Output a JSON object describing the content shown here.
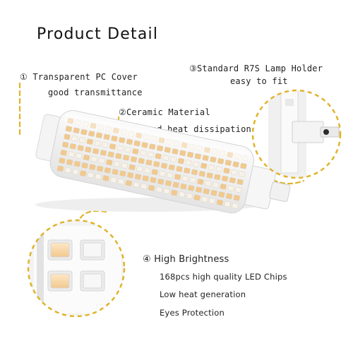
{
  "title": "Product Detail",
  "features": {
    "cover": {
      "heading": "① Transparent PC Cover",
      "detail": "good transmittance"
    },
    "ceramic": {
      "heading": "②Ceramic Material",
      "detail": "Good heat dissipation"
    },
    "holder": {
      "heading": "③Standard R7S Lamp Holder",
      "detail": "easy to fit"
    },
    "brightness": {
      "marker": "④",
      "heading": "High Brightness",
      "lines": [
        "168pcs high quality LED Chips",
        "Low heat generation",
        "Eyes Protection"
      ]
    }
  },
  "colors": {
    "accent": "#e0b32a",
    "led_chip": "#f5d8a8",
    "ceramic": "#f2f2f2"
  },
  "icons": [
    "led-lamp-image",
    "lamp-holder-zoom",
    "led-chip-zoom"
  ]
}
